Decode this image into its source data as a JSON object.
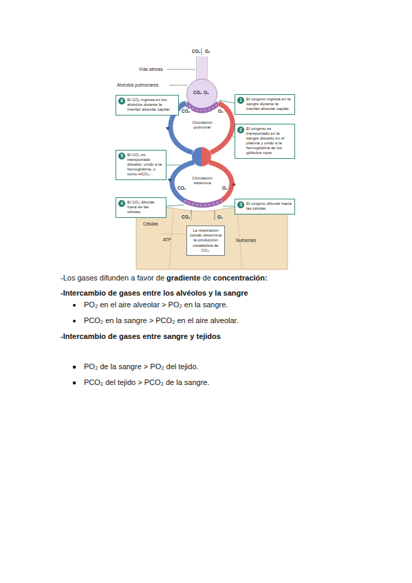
{
  "diagram": {
    "nodes": [
      {
        "text": [
          "1",
          "El oxígeno ingresa en la sangre durante la interfaz alveolar capilar."
        ]
      },
      {
        "text": [
          "2",
          "El oxígeno es transportado en la sangre disuelto en el plasma y unido a la hemoglobina de los glóbulos rojos."
        ]
      },
      {
        "text": [
          "3",
          "El oxígeno difunde hacia las células."
        ]
      },
      {
        "text": [
          "4",
          "El CO₂ difunde fuera de las células."
        ]
      },
      {
        "text": [
          "5",
          "El CO₂ es transportado disuelto, unido a la hemoglobina, o como HCO₃⁻."
        ]
      },
      {
        "text": [
          "6",
          "El CO₂ ingresa en los alvéolos durante la interfaz alveolar capilar."
        ]
      },
      {
        "text": [
          "La respiración celular determina la producción metabólica de CO₂."
        ]
      }
    ],
    "labels": [
      "CO₂",
      "O₂",
      "Vías aéreas",
      "Alvéolos pulmonares",
      "CO₂",
      "O₂",
      "CO₂",
      "O₂",
      "Circulación pulmonar",
      "Circulación sistémica",
      "CO₂",
      "O₂",
      "CO₂",
      "O₂",
      "Células",
      "ATP",
      "Nutrientes",
      "-Los gases difunden a favor de",
      "gradiente",
      "de",
      "concentración:",
      "-Intercambio de gases entre los alvéolos y la sangre",
      "PO₂ en el aire alveolar > PO₂ en la sangre.",
      "PCO₂ en la sangre > PCO₂ en el aire alveolar.",
      "-Intercambio de gases entre sangre y tejidos",
      "PO₂ de la sangre > PO₂ del tejido.",
      "PCO₂ del tejido > PCO₂ de la sangre."
    ]
  }
}
